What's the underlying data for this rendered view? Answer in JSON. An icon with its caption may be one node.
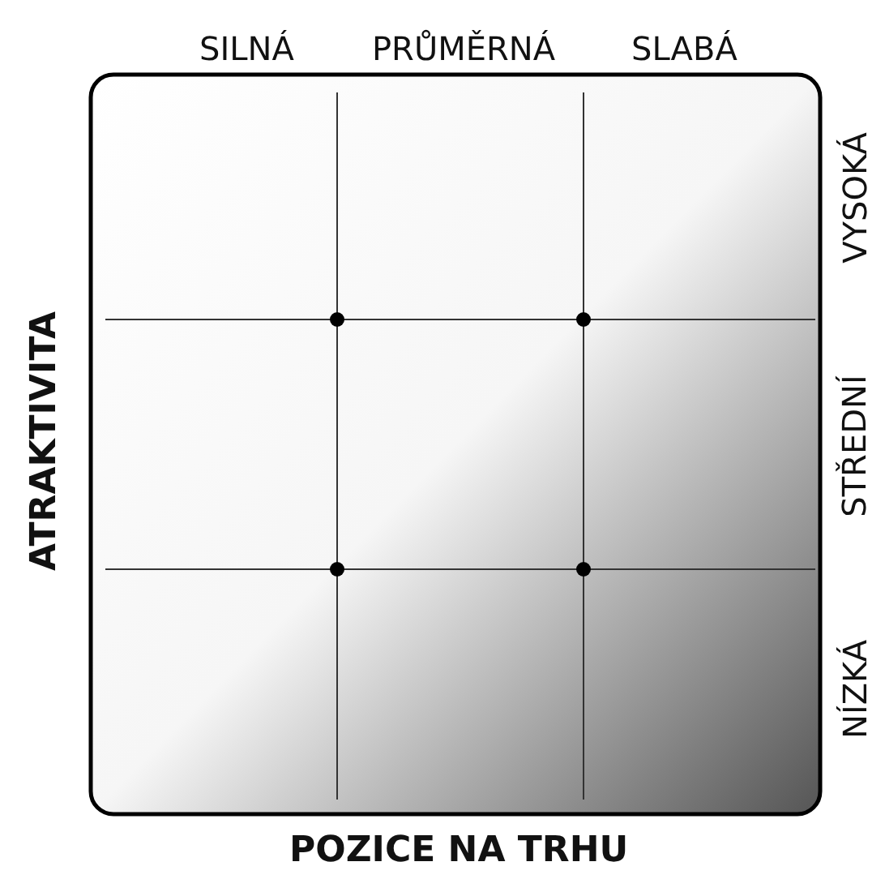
{
  "diagram": {
    "labels": [
      "SILNÁ",
      "PRŮMĚRNÁ",
      "SLABÁ",
      "VYSOKÁ",
      "STŘEDNÍ",
      "NÍZKÁ",
      "ATRAKTIVITA",
      "POZICE NA TRHU"
    ]
  }
}
